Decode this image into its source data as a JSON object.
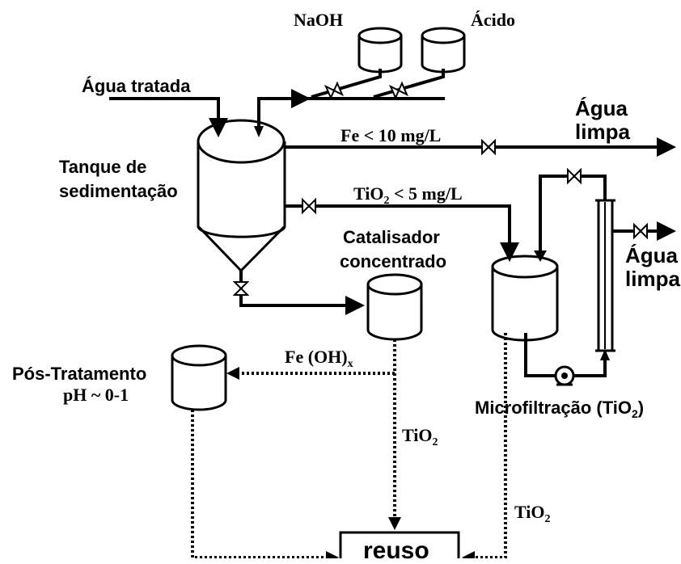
{
  "labels": {
    "naoh": "NaOH",
    "acido": "Ácido",
    "agua_tratada": "Água tratada",
    "agua_limpa_top": "Água\nlimpa",
    "fe_limit": "Fe < 10 mg/L",
    "tanque_line1": "Tanque de",
    "tanque_line2": "sedimentação",
    "tio2_limit_pre": "TiO",
    "tio2_limit_sub": "2",
    "tio2_limit_post": " < 5 mg/L",
    "catalisador_line1": "Catalisador",
    "catalisador_line2": "concentrado",
    "agua_limpa_right": "Água\nlimpa",
    "pos_tratamento_line1": "Pós-Tratamento",
    "pos_tratamento_line2": "pH ~ 0-1",
    "feoh_pre": "Fe (OH)",
    "feoh_sub": "x",
    "microfiltracao_pre": "Microfiltração (TiO",
    "microfiltracao_sub": "2",
    "microfiltracao_post": ")",
    "tio2_center_pre": "TiO",
    "tio2_center_sub": "2",
    "tio2_right_pre": "TiO",
    "tio2_right_sub": "2",
    "reuso": "reuso"
  },
  "colors": {
    "stroke": "#000000",
    "background": "#ffffff"
  },
  "icons": {
    "valve": "bowtie-valve-icon",
    "pump": "pump-icon",
    "tank": "cylinder-tank-icon"
  }
}
